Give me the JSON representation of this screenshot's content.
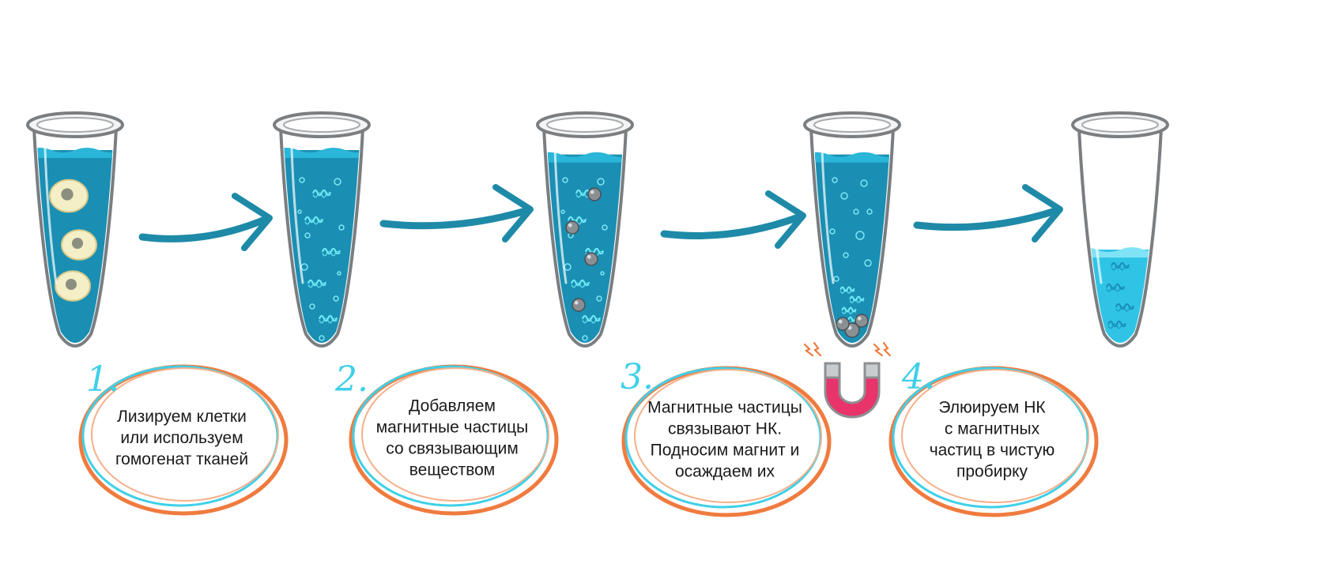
{
  "colors": {
    "accent_cyan": "#3fd0e8",
    "ring_orange": "#f07b3f",
    "liquid_dark": "#1a8fb3",
    "liquid_light": "#2fc4e6",
    "arrow": "#1e8aa8",
    "magnet": "#e8336b"
  },
  "steps": [
    {
      "number": "1.",
      "lines": [
        "Лизируем клетки",
        "или используем",
        "гомогенат тканей"
      ]
    },
    {
      "number": "2.",
      "lines": [
        "Добавляем",
        "магнитные частицы",
        "со связывающим",
        "веществом"
      ]
    },
    {
      "number": "3.",
      "lines": [
        "Магнитные частицы",
        "связывают НК.",
        "Подносим магнит и",
        "осаждаем их"
      ]
    },
    {
      "number": "4.",
      "lines": [
        "Элюируем НК",
        "с магнитных",
        "частиц в чистую",
        "пробирку"
      ]
    }
  ],
  "tubes": [
    {
      "id": "tube-1",
      "contents": "cells",
      "liquid_level": 0.9,
      "liquid": "dark"
    },
    {
      "id": "tube-2",
      "contents": "lysate",
      "liquid_level": 0.9,
      "liquid": "dark"
    },
    {
      "id": "tube-3",
      "contents": "beads",
      "liquid_level": 0.88,
      "liquid": "dark"
    },
    {
      "id": "tube-4",
      "contents": "beads-pelleted",
      "liquid_level": 0.88,
      "liquid": "dark"
    },
    {
      "id": "tube-5",
      "contents": "eluate",
      "liquid_level": 0.45,
      "liquid": "light"
    }
  ],
  "icons": [
    "cell-icon",
    "dna-strand-icon",
    "magnetic-bead-icon",
    "magnet-icon",
    "arrow-icon",
    "spark-icon"
  ]
}
